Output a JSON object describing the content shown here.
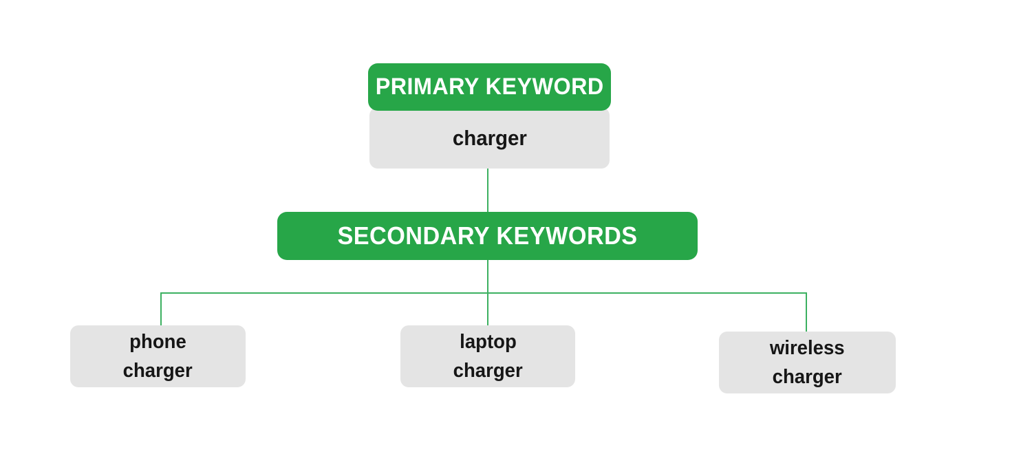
{
  "diagram": {
    "colors": {
      "header_green": "#27a648",
      "value_gray": "#e4e4e4",
      "connector_green": "#3cb060",
      "header_text": "#ffffff",
      "value_text": "#161616",
      "page_bg": "#ffffff"
    },
    "primary": {
      "header": "PRIMARY KEYWORD",
      "value": "charger"
    },
    "secondary": {
      "header": "SECONDARY KEYWORDS",
      "children": [
        {
          "line1": "phone",
          "line2": "charger"
        },
        {
          "line1": "laptop",
          "line2": "charger"
        },
        {
          "line1": "wireless",
          "line2": "charger"
        }
      ]
    }
  }
}
